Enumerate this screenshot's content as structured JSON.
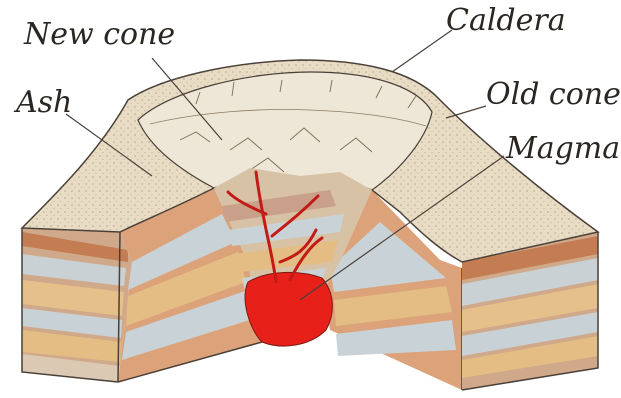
{
  "labels": {
    "new_cone": "New cone",
    "caldera": "Caldera",
    "ash": "Ash",
    "old_cone": "Old cone",
    "magma": "Magma"
  },
  "colors": {
    "magma": "#e8201a",
    "ash_surface": "#e8dcc4",
    "stripe_tan": "#e3bd84",
    "stripe_brown": "#c9825a",
    "stripe_blue": "#c9d2d6",
    "line_ink": "#4a4038"
  }
}
